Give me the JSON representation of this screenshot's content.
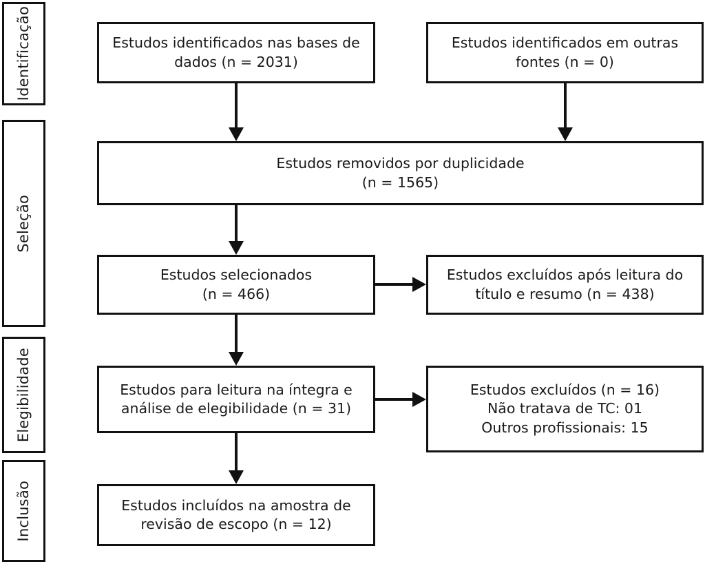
{
  "diagram": {
    "type": "prisma-flow-diagram",
    "language": "pt-BR",
    "colors": {
      "border": "#111111",
      "text": "#1a1a1a",
      "background": "#ffffff",
      "arrow": "#111111"
    },
    "stages": [
      {
        "id": "identificacao",
        "label": "Identificação"
      },
      {
        "id": "selecao",
        "label": "Seleção"
      },
      {
        "id": "elegibilidade",
        "label": "Elegibilidade"
      },
      {
        "id": "inclusao",
        "label": "Inclusão"
      }
    ],
    "nodes": [
      {
        "id": "databases",
        "text": "Estudos identificados nas bases de\ndados (n = 2031)",
        "count": 2031
      },
      {
        "id": "other-sources",
        "text": "Estudos identificados em outras\nfontes (n = 0)",
        "count": 0
      },
      {
        "id": "duplicates-removed",
        "text": "Estudos removidos por duplicidade\n(n = 1565)",
        "count": 1565
      },
      {
        "id": "screened",
        "text": "Estudos selecionados\n(n = 466)",
        "count": 466
      },
      {
        "id": "excluded-title-abstract",
        "text": "Estudos excluídos após leitura do\ntítulo e resumo (n = 438)",
        "count": 438
      },
      {
        "id": "full-text-assessed",
        "text": "Estudos para leitura na íntegra e\nanálise de elegibilidade (n = 31)",
        "count": 31
      },
      {
        "id": "excluded-full-text",
        "text": "Estudos excluídos (n = 16)\nNão tratava de TC: 01\nOutros profissionais: 15",
        "count": 16
      },
      {
        "id": "included",
        "text": "Estudos incluídos na amostra de\nrevisão de escopo (n = 12)",
        "count": 12
      }
    ]
  }
}
